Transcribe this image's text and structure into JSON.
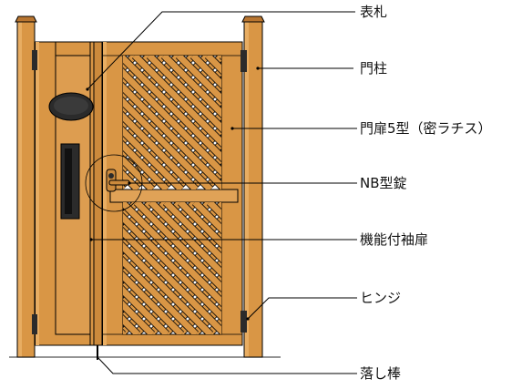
{
  "labels": {
    "nameplate": "表札",
    "gate_post": "門柱",
    "gate_door": "門扉5型（密ラチス）",
    "lock": "NB型錠",
    "side_door": "機能付袖扉",
    "hinge": "ヒンジ",
    "drop_rod": "落し棒"
  },
  "colors": {
    "wood": "#d99645",
    "wood_dark": "#b87530",
    "wood_light": "#e8ad62",
    "metal": "#2b2b2b",
    "line": "#000000",
    "ground": "#555555"
  }
}
